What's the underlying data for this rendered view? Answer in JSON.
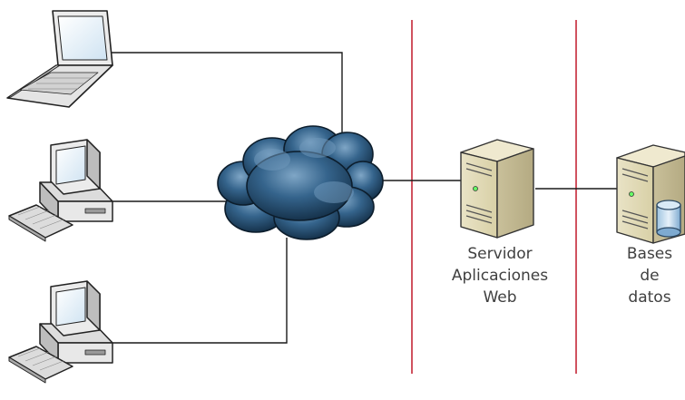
{
  "diagram": {
    "type": "network-architecture",
    "nodes": [
      {
        "id": "laptop",
        "icon": "laptop-icon",
        "label": ""
      },
      {
        "id": "desktop-1",
        "icon": "desktop-computer-icon",
        "label": ""
      },
      {
        "id": "desktop-2",
        "icon": "desktop-computer-icon",
        "label": ""
      },
      {
        "id": "internet",
        "icon": "cloud-icon",
        "label": ""
      },
      {
        "id": "app-server",
        "icon": "server-tower-icon",
        "label_lines": [
          "Servidor",
          "Aplicaciones",
          "Web"
        ]
      },
      {
        "id": "db-server",
        "icon": "database-server-icon",
        "label_lines": [
          "Bases",
          "de",
          "datos"
        ]
      }
    ],
    "edges": [
      {
        "from": "laptop",
        "to": "internet"
      },
      {
        "from": "desktop-1",
        "to": "internet"
      },
      {
        "from": "desktop-2",
        "to": "internet"
      },
      {
        "from": "internet",
        "to": "app-server"
      },
      {
        "from": "app-server",
        "to": "db-server"
      }
    ],
    "separators": 2,
    "colors": {
      "connector": "#1a1a1a",
      "separator": "#c0182a",
      "cloud": "#244e6f",
      "label": "#404040"
    }
  }
}
